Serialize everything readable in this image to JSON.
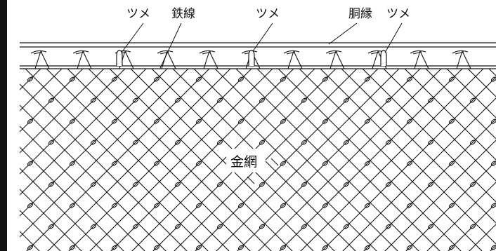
{
  "labels": {
    "tsume_1": "ツメ",
    "tetsusen": "鉄線",
    "tsume_2": "ツメ",
    "dobuchi": "胴縁",
    "tsume_3": "ツメ",
    "kanaami": "金網"
  },
  "colors": {
    "ink": "#111111",
    "paper": "#ffffff"
  }
}
